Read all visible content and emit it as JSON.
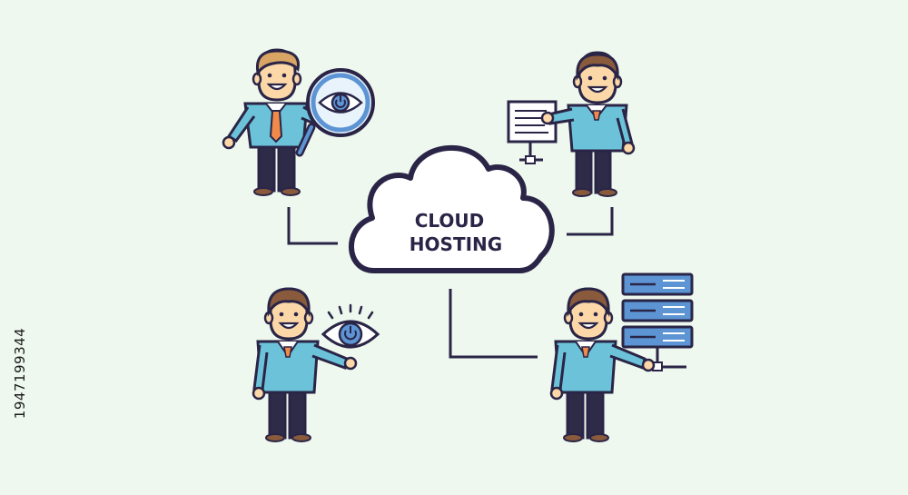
{
  "cloud": {
    "line1": "CLOUD",
    "line2": "HOSTING"
  },
  "stock_id": "1947199344",
  "colors": {
    "background": "#eef8ee",
    "outline": "#2a2547",
    "shirt": "#6cc3d9",
    "pants": "#2d2b48",
    "skin": "#fcd8a8",
    "hair": "#8a5a3c",
    "blonde_hair": "#d9a564",
    "tie": "#f08a4b",
    "server": "#5c94d4"
  },
  "icons": [
    "magnifier-eye-icon",
    "presentation-board-icon",
    "eye-icon",
    "server-rack-icon"
  ]
}
